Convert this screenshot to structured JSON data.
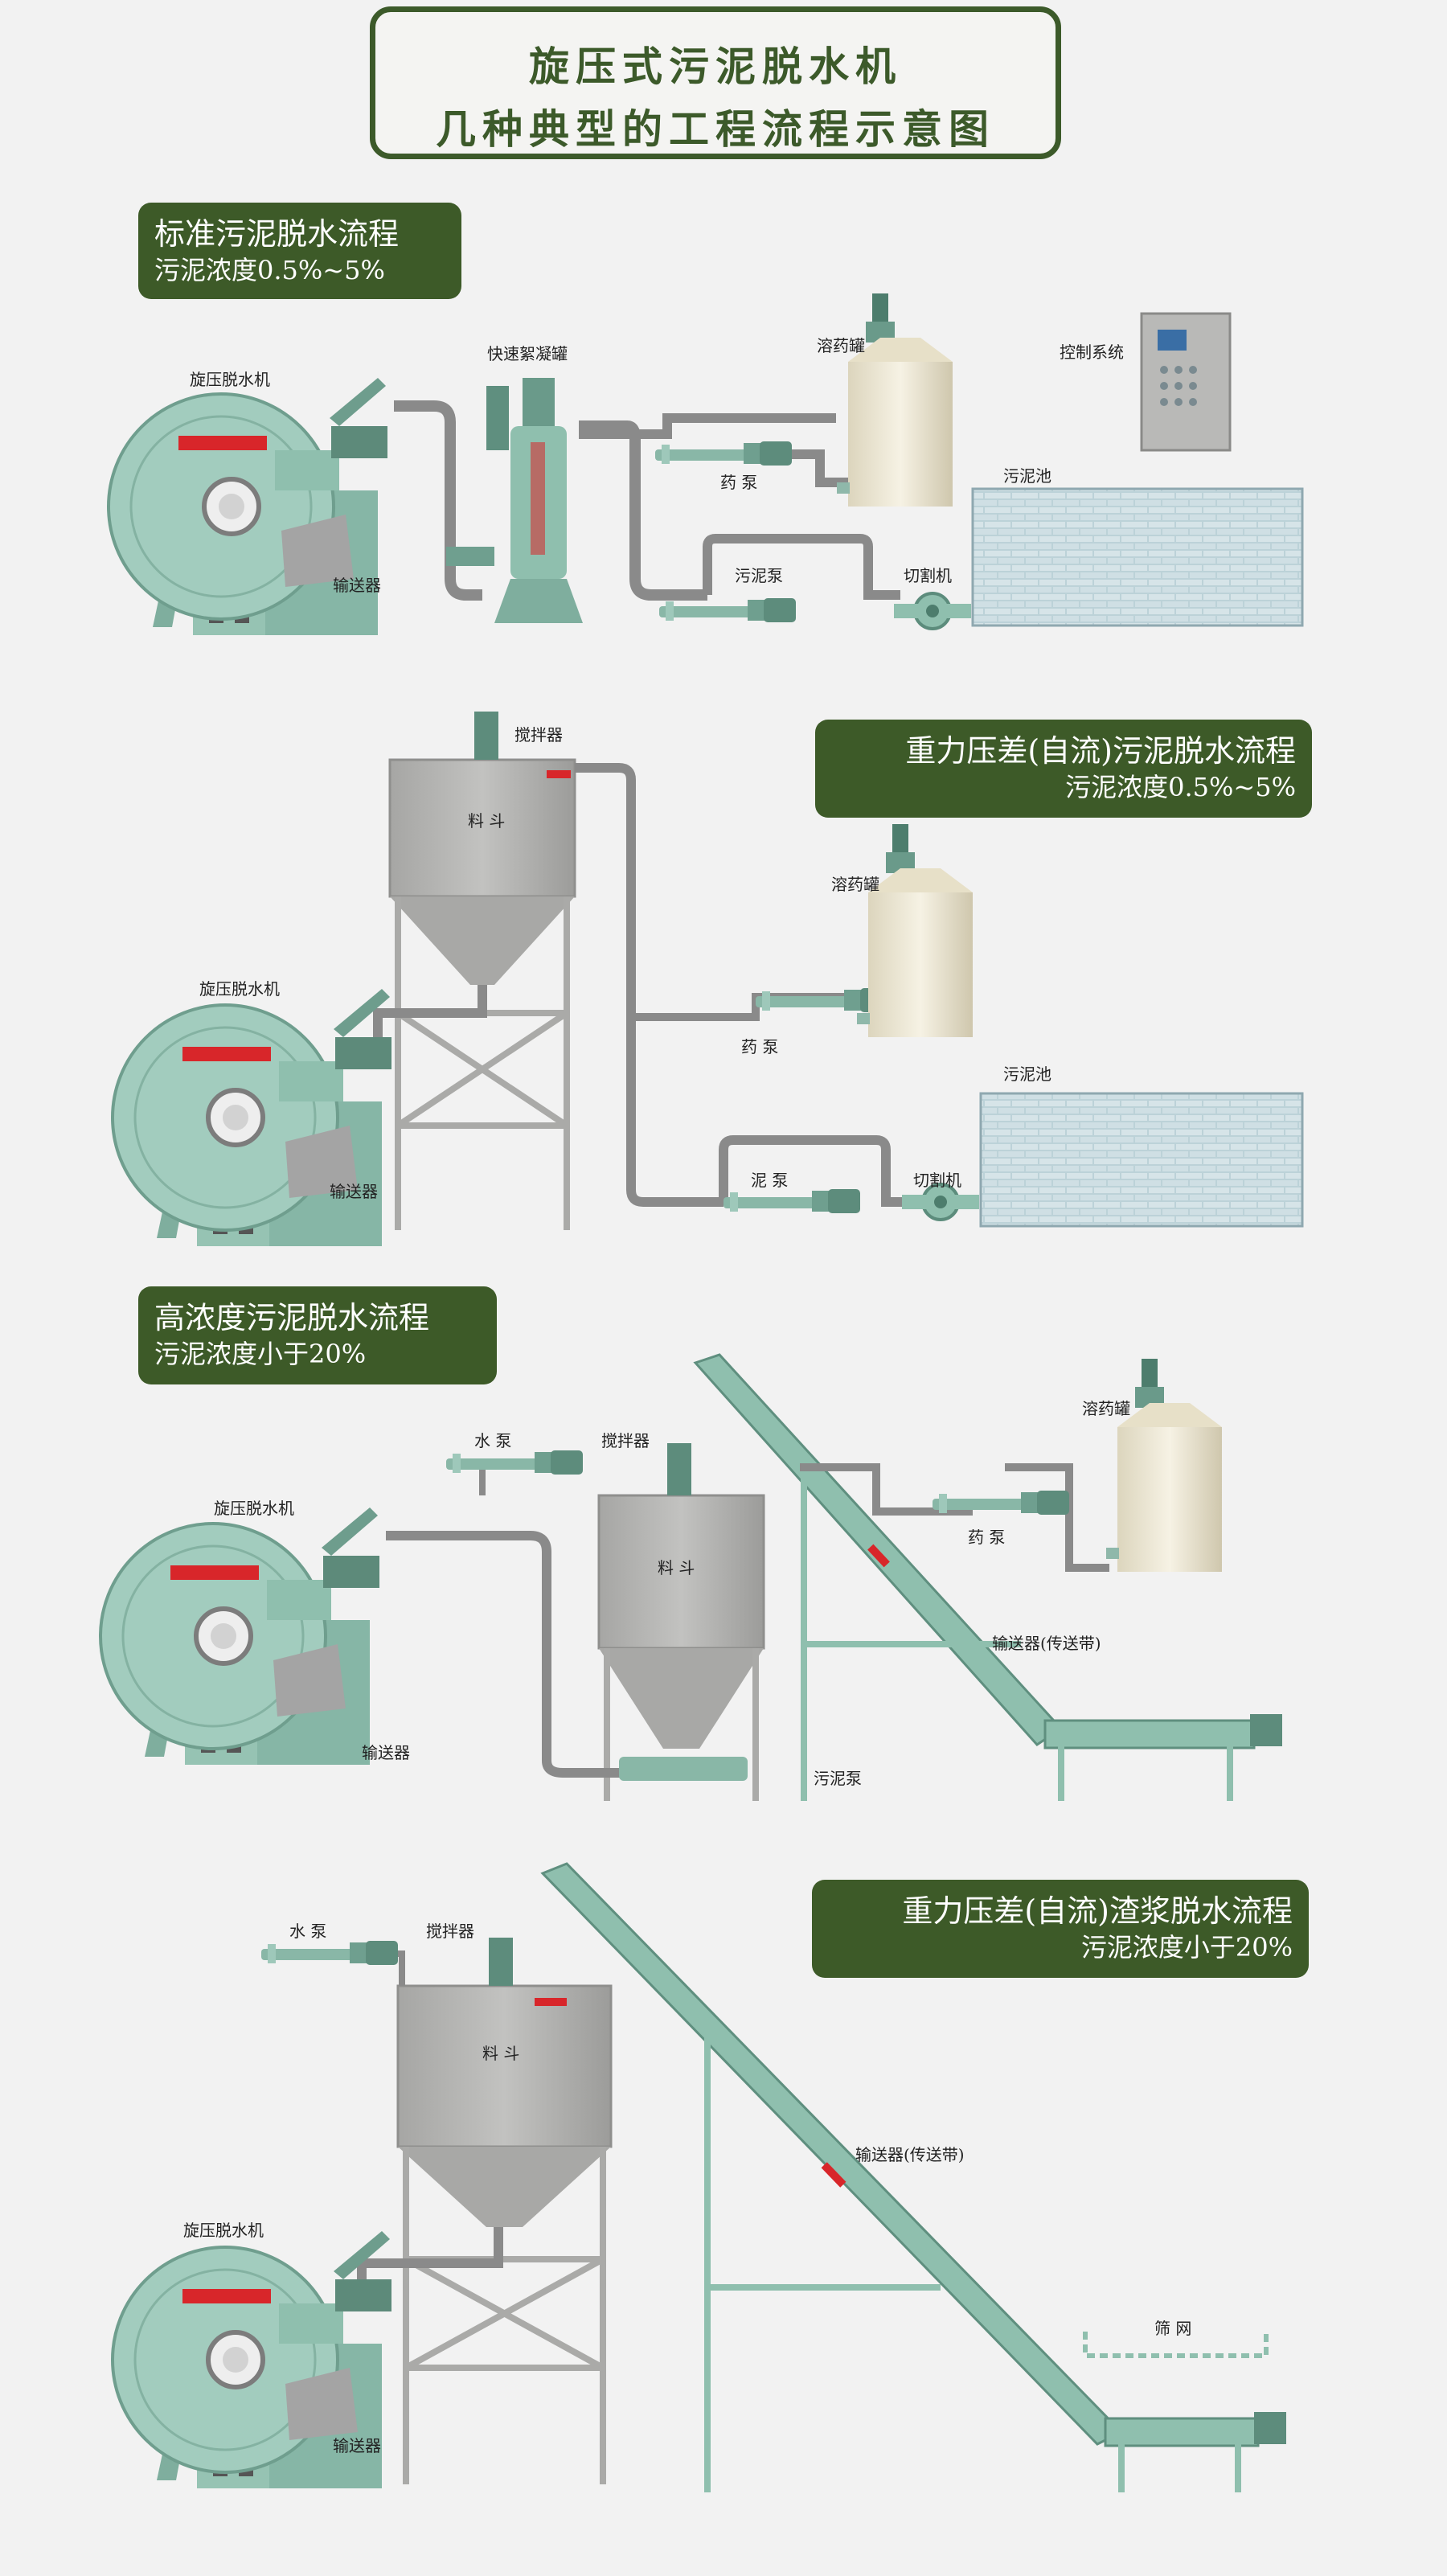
{
  "header": {
    "title_line1": "旋压式污泥脱水机",
    "title_line2": "几种典型的工程流程示意图"
  },
  "sections": [
    {
      "title": "标准污泥脱水流程",
      "subtitle": "污泥浓度0.5%~5%",
      "labels": {
        "dewatering_machine": "旋压脱水机",
        "flocculation_tank": "快速絮凝罐",
        "dosing_tank": "溶药罐",
        "control_system": "控制系统",
        "dosing_pump": "药 泵",
        "sludge_tank": "污泥池",
        "sludge_pump": "污泥泵",
        "cutter": "切割机",
        "conveyor": "输送器"
      }
    },
    {
      "title": "重力压差(自流)污泥脱水流程",
      "subtitle": "污泥浓度0.5%~5%",
      "labels": {
        "mixer": "搅拌器",
        "hopper": "料 斗",
        "dosing_tank": "溶药罐",
        "dewatering_machine": "旋压脱水机",
        "dosing_pump": "药 泵",
        "sludge_tank": "污泥池",
        "sludge_pump": "泥 泵",
        "cutter": "切割机",
        "conveyor": "输送器"
      }
    },
    {
      "title": "高浓度污泥脱水流程",
      "subtitle": "污泥浓度小于20%",
      "labels": {
        "water_pump": "水 泵",
        "mixer": "搅拌器",
        "dosing_tank": "溶药罐",
        "dewatering_machine": "旋压脱水机",
        "hopper": "料 斗",
        "dosing_pump": "药 泵",
        "belt_conveyor": "输送器(传送带)",
        "conveyor": "输送器",
        "sludge_pump": "污泥泵"
      }
    },
    {
      "title": "重力压差(自流)渣浆脱水流程",
      "subtitle": "污泥浓度小于20%",
      "labels": {
        "water_pump": "水 泵",
        "mixer": "搅拌器",
        "hopper": "料 斗",
        "belt_conveyor": "输送器(传送带)",
        "dewatering_machine": "旋压脱水机",
        "screen": "筛 网",
        "conveyor": "输送器"
      }
    }
  ],
  "colors": {
    "brand_green": "#3d5a28",
    "machine_green": "#8fbfae",
    "hopper_gray": "#b4b4b2",
    "pipe_gray": "#888888",
    "brick_blue": "#b8cfd6",
    "tank_beige": "#ece6d2",
    "logo_red": "#d8262a"
  }
}
